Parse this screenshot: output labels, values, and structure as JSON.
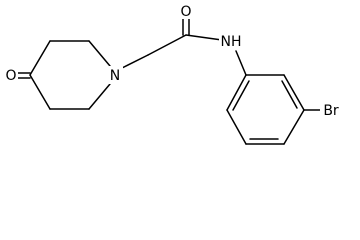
{
  "molecule": {
    "atoms": {
      "ketone_oxygen": "O",
      "piperidine_nitrogen": "N",
      "amide_oxygen": "O",
      "amide_nitrogen": "NH",
      "bromine": "Br"
    },
    "bond_color": "#000000",
    "background_color": "#ffffff"
  }
}
